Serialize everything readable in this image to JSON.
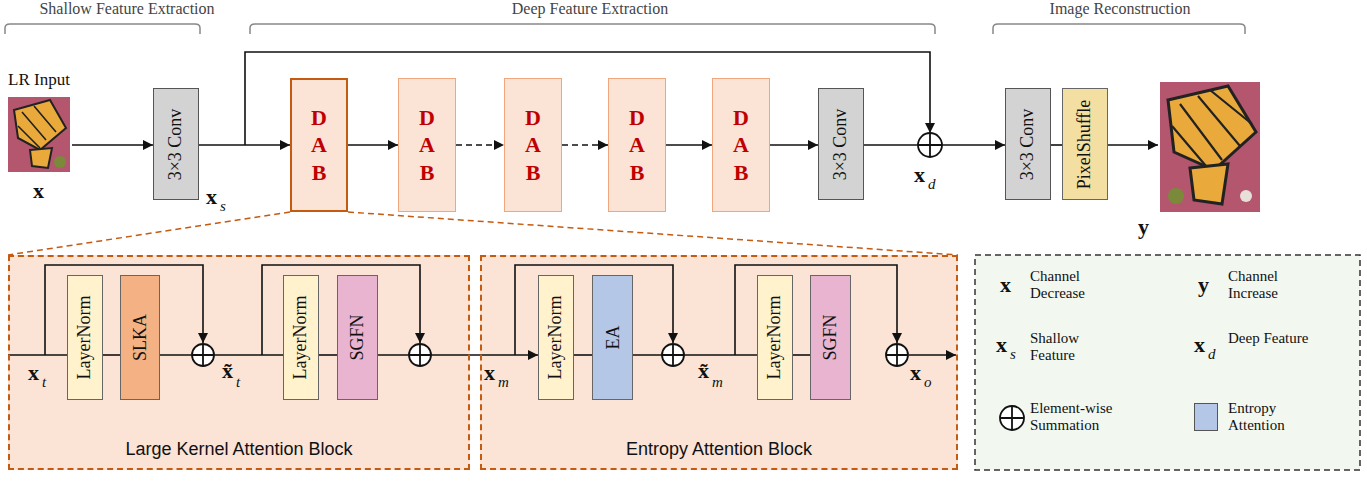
{
  "diagram": {
    "nodes": [
      {
        "text": [
          "3×3 Conv"
        ]
      },
      {
        "text": [
          "DAB"
        ]
      },
      {
        "text": [
          "DAB"
        ]
      },
      {
        "text": [
          "DAB"
        ]
      },
      {
        "text": [
          "DAB"
        ]
      },
      {
        "text": [
          "DAB"
        ]
      },
      {
        "text": [
          "3×3 Conv"
        ]
      },
      {
        "text": [
          "3×3 Conv"
        ]
      },
      {
        "text": [
          "PixelShuffle"
        ]
      },
      {
        "text": [
          "Large Kernel Attention Block"
        ]
      },
      {
        "text": [
          "LayerNorm"
        ],
        "in": 9
      },
      {
        "text": [
          "SLKA"
        ],
        "in": 9
      },
      {
        "text": [
          "LayerNorm"
        ],
        "in": 9
      },
      {
        "text": [
          "SGFN"
        ],
        "in": 9
      },
      {
        "text": [
          "Entropy Attention Block"
        ]
      },
      {
        "text": [
          "LayerNorm"
        ],
        "in": 14
      },
      {
        "text": [
          "EA"
        ],
        "in": 14
      },
      {
        "text": [
          "LayerNorm"
        ],
        "in": 14
      },
      {
        "text": [
          "SGFN"
        ],
        "in": 14
      }
    ],
    "edges": [
      {
        "from": 0,
        "to": 1,
        "arrow": "to"
      },
      {
        "from": 1,
        "to": 2,
        "arrow": "to"
      },
      {
        "from": 2,
        "to": 3,
        "arrow": "to"
      },
      {
        "from": 3,
        "to": 4,
        "arrow": "to"
      },
      {
        "from": 4,
        "to": 5,
        "arrow": "to"
      },
      {
        "from": 5,
        "to": 6,
        "arrow": "to"
      },
      {
        "from": 6,
        "to": 7,
        "arrow": "to"
      },
      {
        "from": 7,
        "to": 8,
        "arrow": "none"
      },
      {
        "from": 10,
        "to": 11,
        "arrow": "none"
      },
      {
        "from": 11,
        "to": 12,
        "arrow": "none"
      },
      {
        "from": 12,
        "to": 13,
        "arrow": "none"
      },
      {
        "from": 13,
        "to": 15,
        "arrow": "to"
      },
      {
        "from": 15,
        "to": 16,
        "arrow": "none"
      },
      {
        "from": 16,
        "to": 17,
        "arrow": "none"
      },
      {
        "from": 17,
        "to": 18,
        "arrow": "none"
      }
    ],
    "labels": [
      "Shallow Feature Extraction",
      "Deep Feature Extraction",
      "Image Reconstruction",
      "LR Input",
      "x",
      "x",
      "s",
      "x",
      "d",
      "y",
      "x",
      "t",
      "x̃",
      "t",
      "x",
      "m",
      "x̃",
      "m",
      "x",
      "o",
      "x",
      "y",
      "x",
      "s",
      "x",
      "d"
    ],
    "legend": [
      {
        "text": "Channel Decrease"
      },
      {
        "text": "Channel Increase"
      },
      {
        "text": "Shallow Feature"
      },
      {
        "text": "Deep Feature"
      },
      {
        "text": "Element-wise Summation"
      },
      {
        "text": "Entropy Attention",
        "color": "#b4c7e7"
      }
    ]
  }
}
